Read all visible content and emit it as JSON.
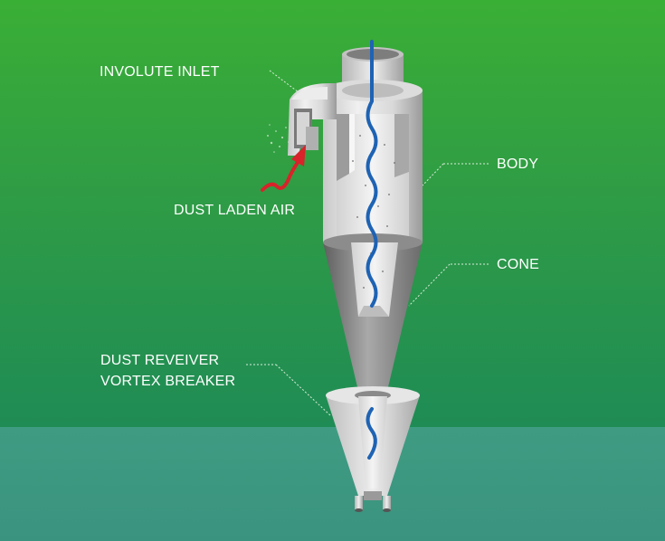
{
  "labels": {
    "involute_inlet": "INVOLUTE INLET",
    "dust_laden_air": "DUST LADEN AIR",
    "body": "BODY",
    "cone": "CONE",
    "dust_receiver_line1": "DUST REVEIVER",
    "dust_receiver_line2": "VORTEX BREAKER"
  },
  "colors": {
    "background_top": "#3aaf35",
    "background_bottom": "#3f9c82",
    "metal_light": "#e2e2e2",
    "metal_dark": "#6f6f6f",
    "airflow_blue": "#1e63b4",
    "inlet_arrow_red": "#d8232a",
    "label_text": "#ffffff"
  },
  "icons": {
    "airflow": "spiral-airflow-icon",
    "inlet_arrow": "red-arrow-icon"
  }
}
